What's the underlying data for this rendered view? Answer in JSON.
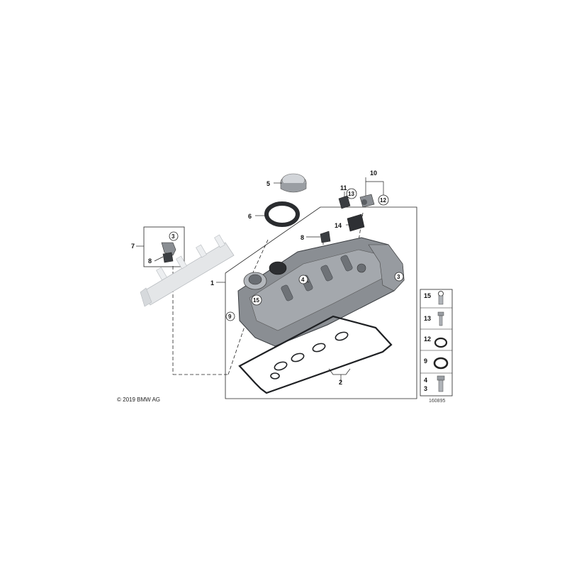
{
  "diagram": {
    "copyright": "© 2019 BMW AG",
    "doc_number": "160895",
    "callouts": {
      "c1": "1",
      "c2": "2",
      "c3": "3",
      "c4": "4",
      "c5": "5",
      "c6": "6",
      "c7": "7",
      "c8a": "8",
      "c8b": "8",
      "c9": "9",
      "c10": "10",
      "c11": "11",
      "c12": "12",
      "c13": "13",
      "c14": "14",
      "c15": "15"
    },
    "legend": [
      "15",
      "13",
      "12",
      "9",
      "4",
      "3"
    ],
    "colors": {
      "part_gray": "#8a8e93",
      "part_light": "#c9ccd0",
      "line": "#222222",
      "rail": "#e4e6e8"
    }
  }
}
